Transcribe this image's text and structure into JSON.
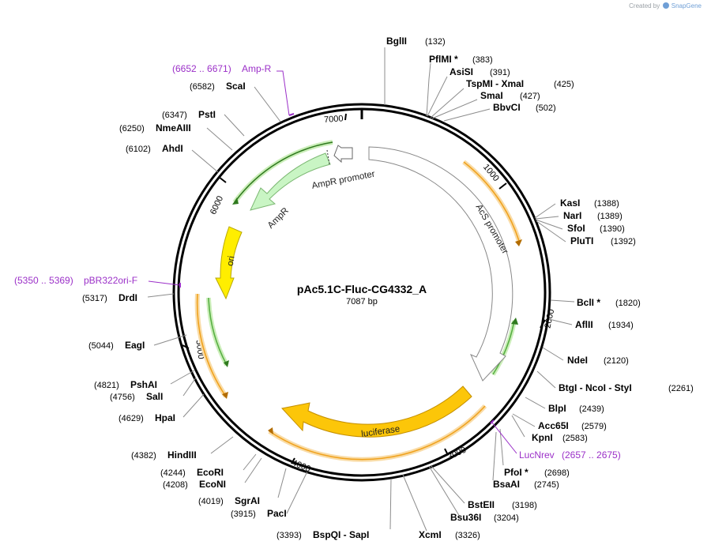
{
  "credit": {
    "prefix": "Created by",
    "brand": "SnapGene"
  },
  "plasmid": {
    "name": "pAc5.1C-Fluc-CG4332_A",
    "length_label": "7087 bp",
    "length": 7087
  },
  "ticks": [
    "1000",
    "2000",
    "3000",
    "4000",
    "5000",
    "6000",
    "7000"
  ],
  "sites": [
    {
      "name": "BglII",
      "pos": "(132)",
      "bp": 132
    },
    {
      "name": "PflMI *",
      "pos": "(383)",
      "bp": 383
    },
    {
      "name": "AsiSI",
      "pos": "(391)",
      "bp": 391
    },
    {
      "name": "TspMI - XmaI",
      "pos": "(425)",
      "bp": 425
    },
    {
      "name": "SmaI",
      "pos": "(427)",
      "bp": 427
    },
    {
      "name": "BbvCI",
      "pos": "(502)",
      "bp": 502
    },
    {
      "name": "KasI",
      "pos": "(1388)",
      "bp": 1388
    },
    {
      "name": "NarI",
      "pos": "(1389)",
      "bp": 1389
    },
    {
      "name": "SfoI",
      "pos": "(1390)",
      "bp": 1390
    },
    {
      "name": "PluTI",
      "pos": "(1392)",
      "bp": 1392
    },
    {
      "name": "BclI *",
      "pos": "(1820)",
      "bp": 1820
    },
    {
      "name": "AflII",
      "pos": "(1934)",
      "bp": 1934
    },
    {
      "name": "NdeI",
      "pos": "(2120)",
      "bp": 2120
    },
    {
      "name": "BtgI - NcoI - StyI",
      "pos": "(2261)",
      "bp": 2261
    },
    {
      "name": "BlpI",
      "pos": "(2439)",
      "bp": 2439
    },
    {
      "name": "Acc65I",
      "pos": "(2579)",
      "bp": 2579
    },
    {
      "name": "KpnI",
      "pos": "(2583)",
      "bp": 2583
    },
    {
      "name": "PfoI *",
      "pos": "(2698)",
      "bp": 2698
    },
    {
      "name": "BsaAI",
      "pos": "(2745)",
      "bp": 2745
    },
    {
      "name": "BstEII",
      "pos": "(3198)",
      "bp": 3198
    },
    {
      "name": "Bsu36I",
      "pos": "(3204)",
      "bp": 3204
    },
    {
      "name": "XcmI",
      "pos": "(3326)",
      "bp": 3326
    },
    {
      "name": "BspQI - SapI",
      "pos": "(3393)",
      "bp": 3393
    },
    {
      "name": "PacI",
      "pos": "(3915)",
      "bp": 3915
    },
    {
      "name": "SgrAI",
      "pos": "(4019)",
      "bp": 4019
    },
    {
      "name": "EcoNI",
      "pos": "(4208)",
      "bp": 4208
    },
    {
      "name": "EcoRI",
      "pos": "(4244)",
      "bp": 4244
    },
    {
      "name": "HindIII",
      "pos": "(4382)",
      "bp": 4382
    },
    {
      "name": "HpaI",
      "pos": "(4629)",
      "bp": 4629
    },
    {
      "name": "SalI",
      "pos": "(4756)",
      "bp": 4756
    },
    {
      "name": "PshAI",
      "pos": "(4821)",
      "bp": 4821
    },
    {
      "name": "EagI",
      "pos": "(5044)",
      "bp": 5044
    },
    {
      "name": "DrdI",
      "pos": "(5317)",
      "bp": 5317
    },
    {
      "name": "AhdI",
      "pos": "(6102)",
      "bp": 6102
    },
    {
      "name": "NmeAIII",
      "pos": "(6250)",
      "bp": 6250
    },
    {
      "name": "PstI",
      "pos": "(6347)",
      "bp": 6347
    },
    {
      "name": "ScaI",
      "pos": "(6582)",
      "bp": 6582
    }
  ],
  "primers": [
    {
      "name": "Amp-R",
      "range": "(6652 .. 6671)"
    },
    {
      "name": "pBR322ori-F",
      "range": "(5350 .. 5369)"
    },
    {
      "name": "LucNrev",
      "range": "(2657 .. 2675)"
    }
  ],
  "features": [
    {
      "name": "AmpR promoter",
      "color": "#d7f7cf"
    },
    {
      "name": "AmpR",
      "color": "#c9f5c4"
    },
    {
      "name": "ori",
      "color": "#ffee00"
    },
    {
      "name": "AcS promoter",
      "color": "#ffffff"
    },
    {
      "name": "luciferase",
      "color": "#fcc609"
    }
  ],
  "colors": {
    "primer": "#9b30c8",
    "orf_orange": "#f0a21e",
    "orf_green": "#58b044",
    "backbone": "#000000"
  }
}
